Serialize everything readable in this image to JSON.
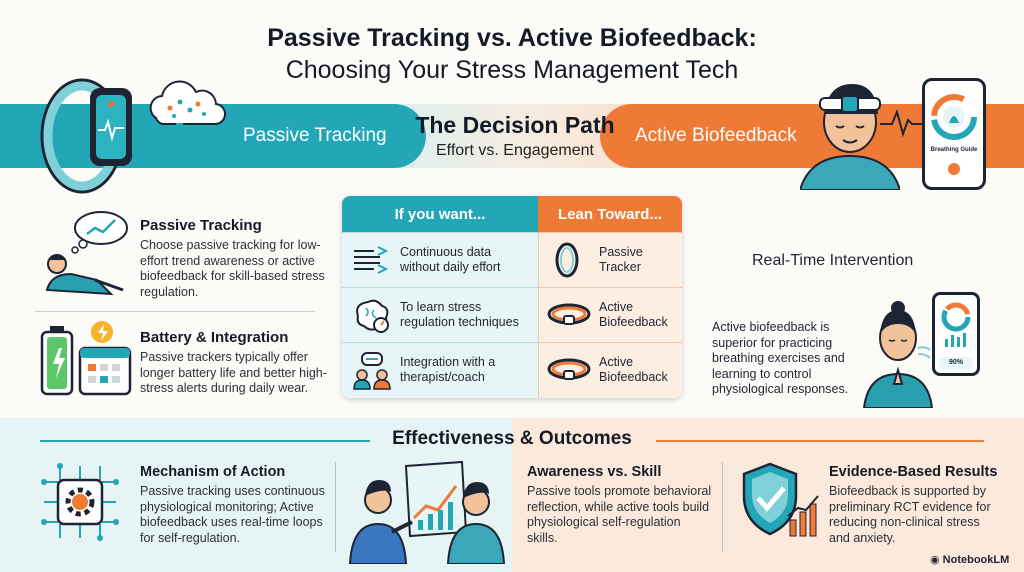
{
  "title": {
    "line1": "Passive Tracking vs. Active Biofeedback:",
    "line2": "Choosing Your Stress Management Tech"
  },
  "banner": {
    "left_label": "Passive Tracking",
    "center_title": "The Decision Path",
    "center_subtitle": "Effort vs. Engagement",
    "right_label": "Active Biofeedback",
    "phone_caption": "Breathing Guide"
  },
  "left_features": [
    {
      "title": "Passive Tracking",
      "text": "Choose passive tracking for low-effort trend awareness or active biofeedback for skill-based stress regulation.",
      "icon": "relaxing-person-icon"
    },
    {
      "title": "Battery & Integration",
      "text": "Passive trackers typically offer longer battery life and better high-stress alerts during daily wear.",
      "icon": "battery-calendar-icon"
    }
  ],
  "decision_table": {
    "header_left": "If you want...",
    "header_right": "Lean Toward...",
    "rows": [
      {
        "want": "Continuous data without daily effort",
        "lean": "Passive Tracker",
        "want_icon": "data-stream-icon",
        "lean_icon": "ring-tracker-icon"
      },
      {
        "want": "To learn stress regulation techniques",
        "lean": "Active Biofeedback",
        "want_icon": "brain-gauge-icon",
        "lean_icon": "headband-icon"
      },
      {
        "want": "Integration with a therapist/coach",
        "lean": "Active Biofeedback",
        "want_icon": "coach-chat-icon",
        "lean_icon": "headband-icon"
      }
    ]
  },
  "realtime": {
    "title": "Real-Time Intervention",
    "text": "Active biofeedback is superior for practicing breathing exercises and learning to control physiological responses.",
    "phone_value": "90%"
  },
  "effectiveness": {
    "title": "Effectiveness & Outcomes",
    "items": [
      {
        "title": "Mechanism of Action",
        "text": "Passive tracking uses continuous physiological monitoring; Active biofeedback uses real-time loops for self-regulation.",
        "icon": "gear-chip-icon"
      },
      {
        "title": "Awareness vs. Skill",
        "text": "Passive tools promote behavioral reflection, while active tools build physiological self-regulation skills.",
        "icon": "mirror-reflection-icon"
      },
      {
        "title": "Evidence-Based Results",
        "text": "Biofeedback is supported by preliminary RCT evidence for reducing non-clinical stress and anxiety.",
        "icon": "shield-check-icon"
      }
    ]
  },
  "credit": "NotebookLM",
  "colors": {
    "teal": "#23a6b6",
    "orange": "#ef7a35",
    "dark": "#141a26"
  }
}
